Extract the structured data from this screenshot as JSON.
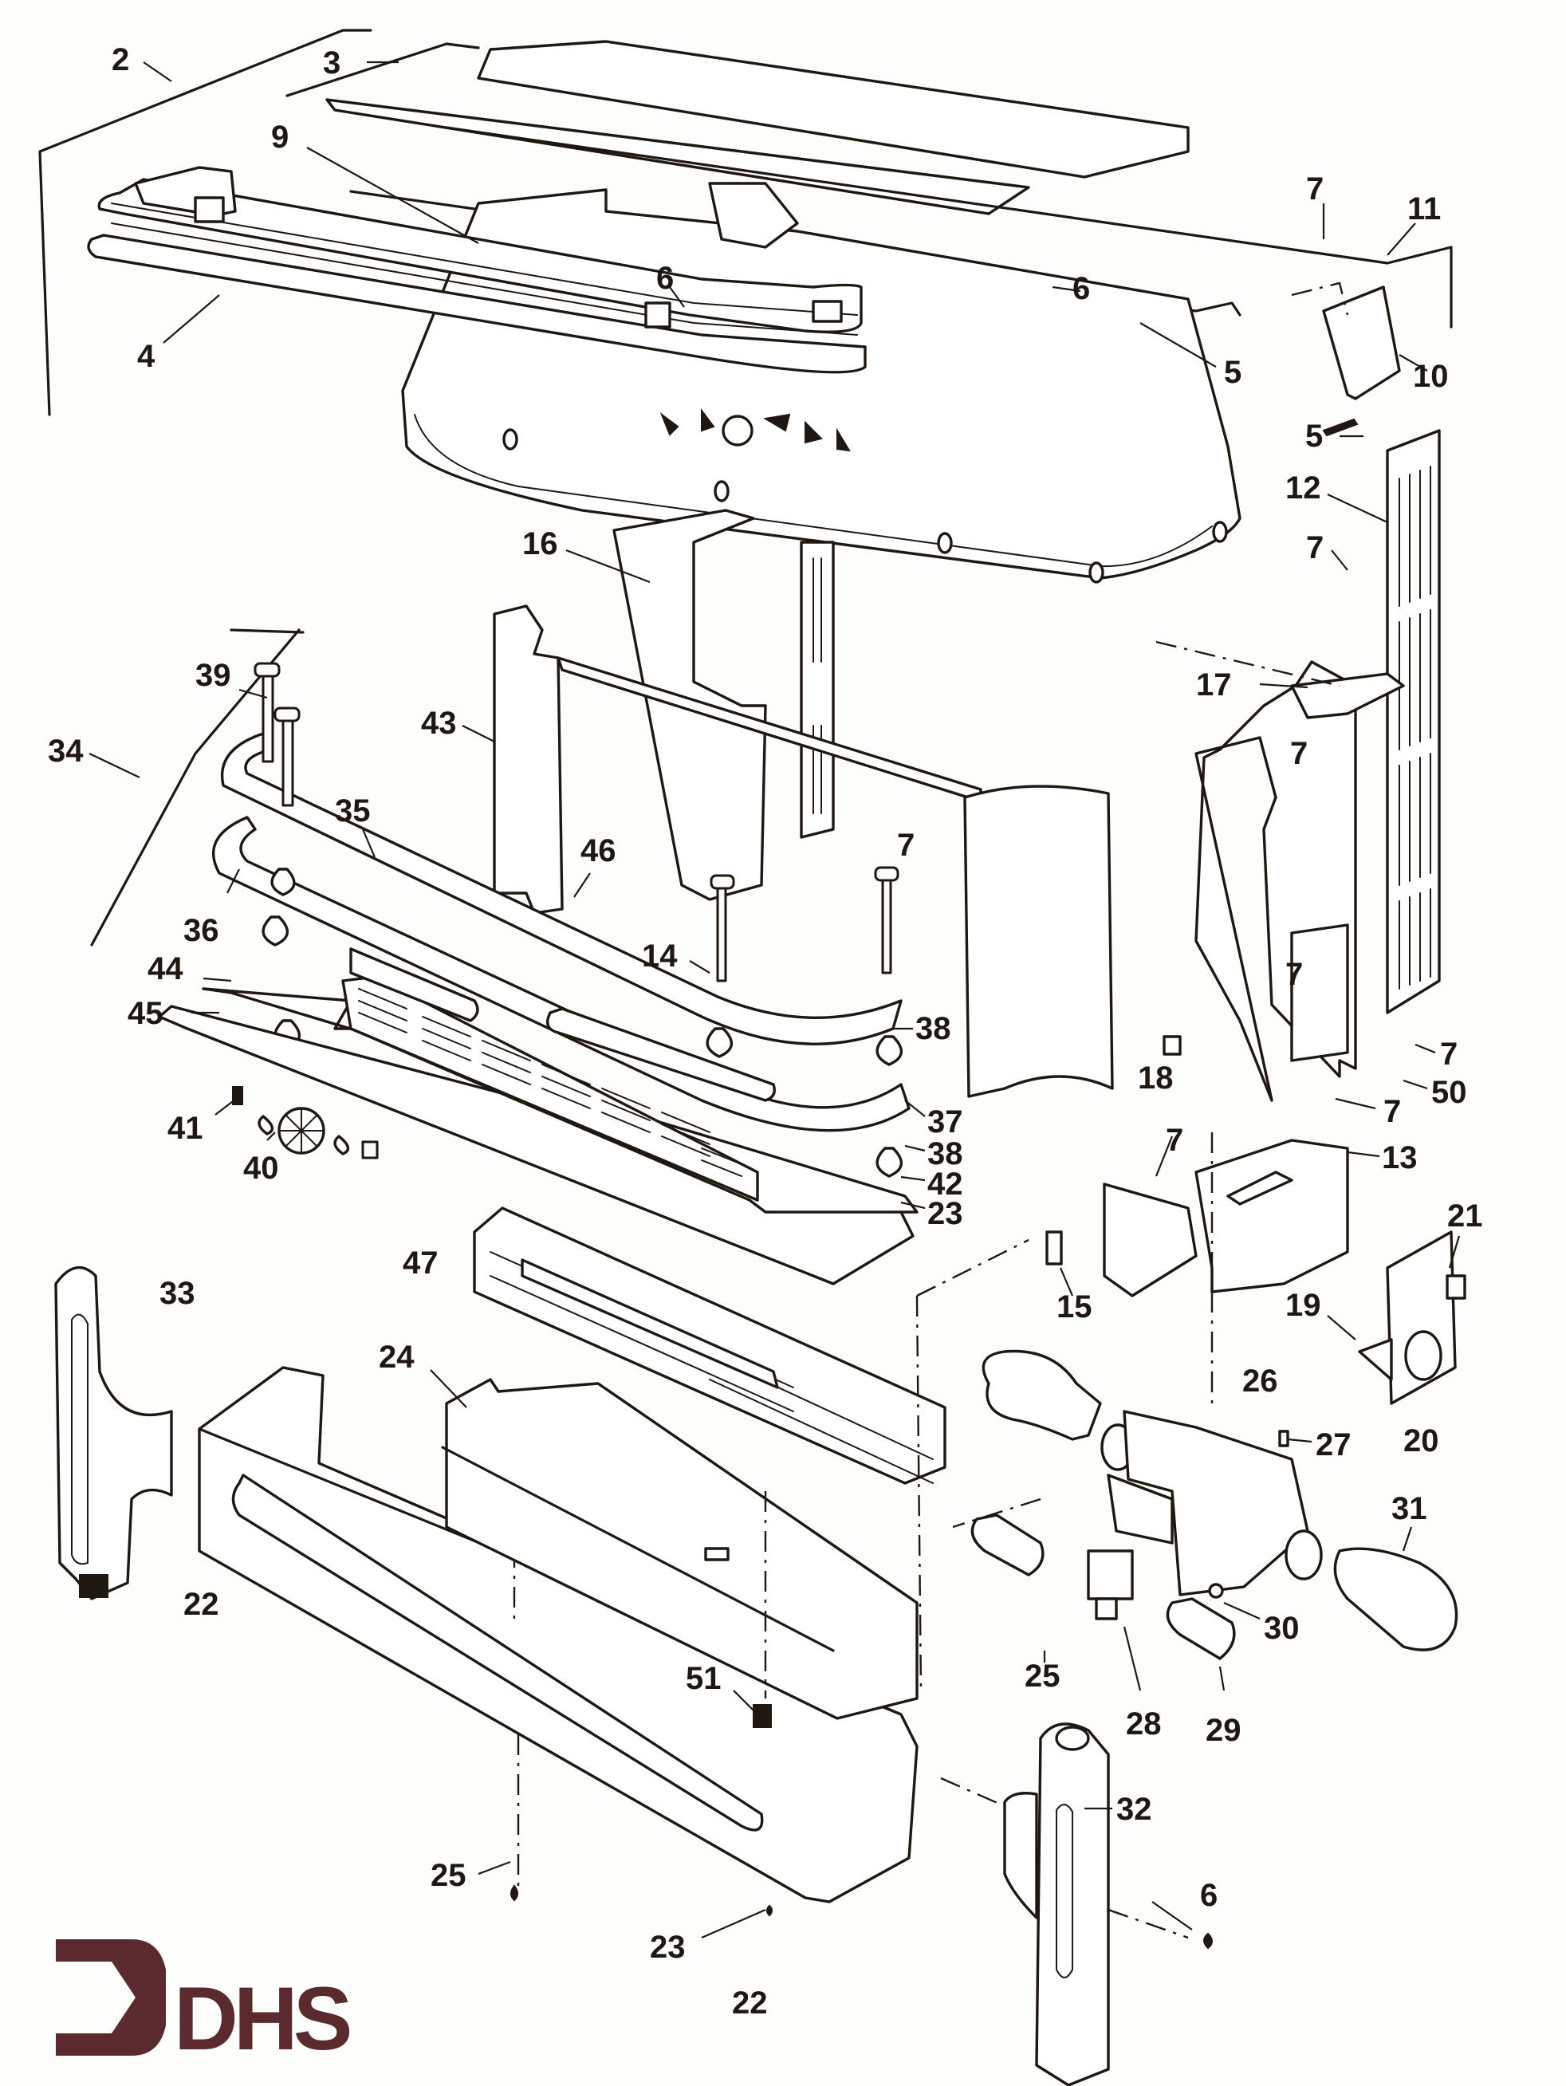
{
  "diagram": {
    "type": "exploded-parts-diagram",
    "brand": {
      "logo_text": "DHS",
      "logo_color": "#5b2a2f"
    },
    "ink_color": "#1e1712",
    "callouts": [
      {
        "id": "c2",
        "label": "2"
      },
      {
        "id": "c3",
        "label": "3"
      },
      {
        "id": "c9",
        "label": "9"
      },
      {
        "id": "c4",
        "label": "4"
      },
      {
        "id": "c6a",
        "label": "6"
      },
      {
        "id": "c6b",
        "label": "6"
      },
      {
        "id": "c5a",
        "label": "5"
      },
      {
        "id": "c7a",
        "label": "7"
      },
      {
        "id": "c11",
        "label": "11"
      },
      {
        "id": "c10",
        "label": "10"
      },
      {
        "id": "c5b",
        "label": "5"
      },
      {
        "id": "c12",
        "label": "12"
      },
      {
        "id": "c7b",
        "label": "7"
      },
      {
        "id": "c16",
        "label": "16"
      },
      {
        "id": "c39",
        "label": "39"
      },
      {
        "id": "c34",
        "label": "34"
      },
      {
        "id": "c43",
        "label": "43"
      },
      {
        "id": "c35",
        "label": "35"
      },
      {
        "id": "c46",
        "label": "46"
      },
      {
        "id": "c7c",
        "label": "7"
      },
      {
        "id": "c17",
        "label": "17"
      },
      {
        "id": "c7d",
        "label": "7"
      },
      {
        "id": "c36",
        "label": "36"
      },
      {
        "id": "c14",
        "label": "14"
      },
      {
        "id": "c44",
        "label": "44"
      },
      {
        "id": "c45",
        "label": "45"
      },
      {
        "id": "c38a",
        "label": "38"
      },
      {
        "id": "c7e",
        "label": "7"
      },
      {
        "id": "c7f",
        "label": "7"
      },
      {
        "id": "c50",
        "label": "50"
      },
      {
        "id": "c7g",
        "label": "7"
      },
      {
        "id": "c18",
        "label": "18"
      },
      {
        "id": "c41",
        "label": "41"
      },
      {
        "id": "c40",
        "label": "40"
      },
      {
        "id": "c37",
        "label": "37"
      },
      {
        "id": "c38b",
        "label": "38"
      },
      {
        "id": "c42",
        "label": "42"
      },
      {
        "id": "c23a",
        "label": "23"
      },
      {
        "id": "c7h",
        "label": "7"
      },
      {
        "id": "c13",
        "label": "13"
      },
      {
        "id": "c47",
        "label": "47"
      },
      {
        "id": "c33",
        "label": "33"
      },
      {
        "id": "c15",
        "label": "15"
      },
      {
        "id": "c21",
        "label": "21"
      },
      {
        "id": "c19",
        "label": "19"
      },
      {
        "id": "c26",
        "label": "26"
      },
      {
        "id": "c20",
        "label": "20"
      },
      {
        "id": "c24",
        "label": "24"
      },
      {
        "id": "c27",
        "label": "27"
      },
      {
        "id": "c31",
        "label": "31"
      },
      {
        "id": "c22a",
        "label": "22"
      },
      {
        "id": "c30",
        "label": "30"
      },
      {
        "id": "c25a",
        "label": "25"
      },
      {
        "id": "c51",
        "label": "51"
      },
      {
        "id": "c28",
        "label": "28"
      },
      {
        "id": "c29",
        "label": "29"
      },
      {
        "id": "c32",
        "label": "32"
      },
      {
        "id": "c25b",
        "label": "25"
      },
      {
        "id": "c6c",
        "label": "6"
      },
      {
        "id": "c23b",
        "label": "23"
      },
      {
        "id": "c22b",
        "label": "22"
      }
    ]
  }
}
